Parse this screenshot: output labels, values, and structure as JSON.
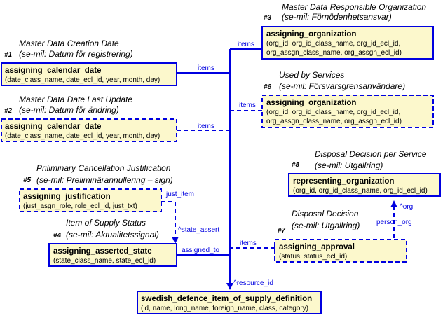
{
  "entities": {
    "e3": {
      "number": "#3",
      "caption1": "Master Data Responsible Organization",
      "caption2": "(se-mil: Förnödenhetsansvar)",
      "name": "assigning_organization",
      "attrs1": "(org_id, org_id_class_name, org_id_ecl_id,",
      "attrs2": "org_assgn_class_name, org_assgn_ecl_id)"
    },
    "e1": {
      "number": "#1",
      "caption1": "Master Data Creation Date",
      "caption2": "(se-mil: Datum för registrering)",
      "name": "assigning_calendar_date",
      "attrs1": "(date_class_name, date_ecl_id, year, month, day)"
    },
    "e6": {
      "number": "#6",
      "caption1": "Used by Services",
      "caption2": "(se-mil: Försvarsgrensanvändare)",
      "name": "assigning_organization",
      "attrs1": "(org_id, org_id_class_name, org_id_ecl_id,",
      "attrs2": "org_assgn_class_name, org_assgn_ecl_id)"
    },
    "e2": {
      "number": "#2",
      "caption1": "Master Data Date Last Update",
      "caption2": "(se-mil: Datum för ändring)",
      "name": "assigning_calendar_date",
      "attrs1": "(date_class_name, date_ecl_id, year, month, day)"
    },
    "e8": {
      "number": "#8",
      "caption1": "Disposal Decision per Service",
      "caption2": "(se-mil: Utgallring)",
      "name": "representing_organization",
      "attrs1": "(org_id, org_id_class_name, org_id_ecl_id)"
    },
    "e5": {
      "number": "#5",
      "caption1": "Priliminary Cancellation Justification",
      "caption2": "(se-mil: Preliminärannullering – sign)",
      "name": "assigning_justification",
      "attrs1": "(just_asgn_role, role_ecl_id, just_txt)"
    },
    "e7": {
      "number": "#7",
      "caption1": "Disposal Decision",
      "caption2": "(se-mil: Utgallring)",
      "name": "assigning_approval",
      "attrs1": "(status, status_ecl_id)"
    },
    "e4": {
      "number": "#4",
      "caption1": "Item of Supply Status",
      "caption2": "(se-mil: Aktualitetssignal)",
      "name": "assigning_asserted_state",
      "attrs1": "(state_class_name, state_ecl_id)"
    },
    "target": {
      "name": "swedish_defence_item_of_supply_definition",
      "attrs1": "(id, name, long_name, foreign_name, class, category)"
    }
  },
  "relations": {
    "items_1": "items",
    "items_2": "items",
    "items_3": "items",
    "items_4": "items",
    "items_5": "items",
    "just_item": "just_item",
    "state_assert": "^state_assert",
    "assigned_to": "assigned_to",
    "resource_id": "^resource_id",
    "org": "^org",
    "person_org": "person_org"
  },
  "colors": {
    "box_fill": "#fcf8cc",
    "line": "#0000e0"
  }
}
